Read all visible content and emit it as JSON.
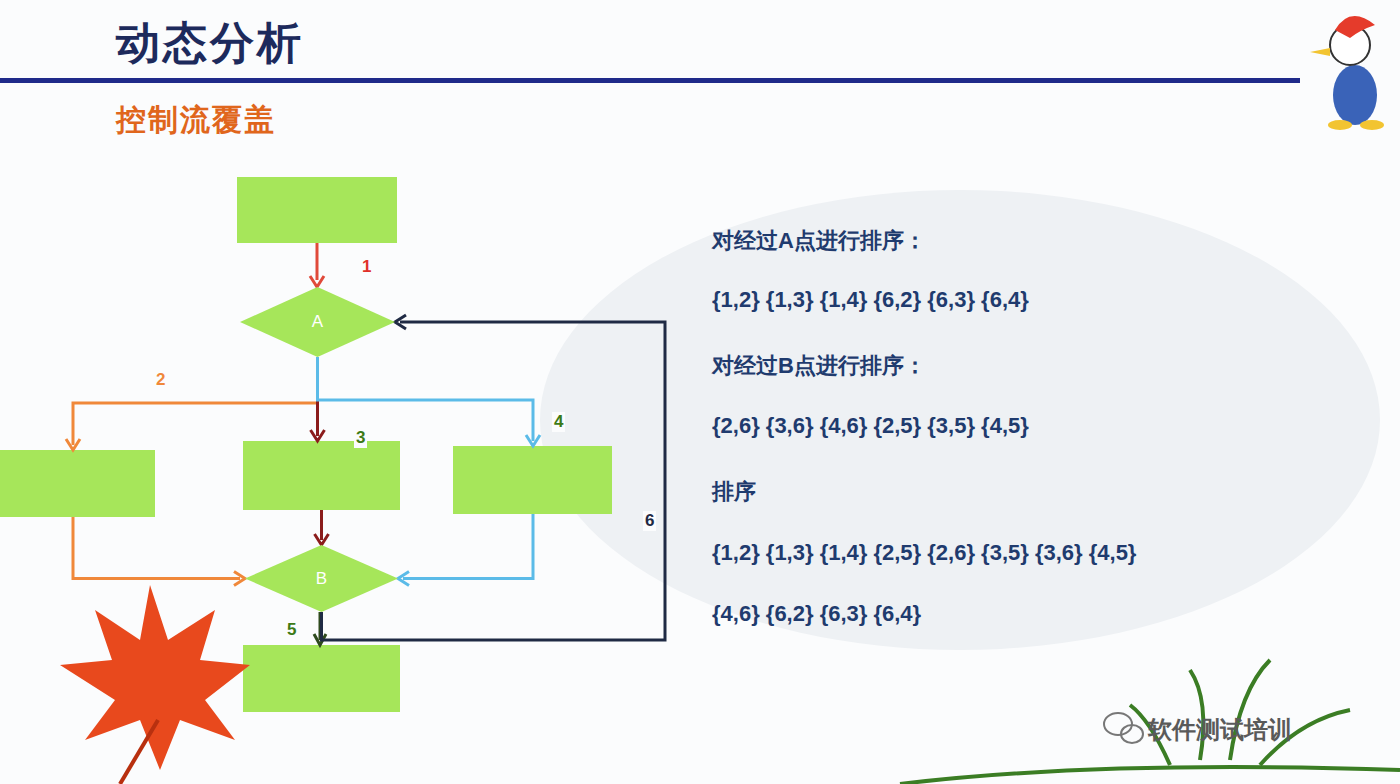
{
  "diagram": {
    "title": "动态分析",
    "nodes": [
      {
        "text": [
          "A"
        ]
      },
      {
        "text": [
          "B"
        ]
      }
    ],
    "edges": [
      {
        "from": 0,
        "to": 1,
        "label": "2",
        "arrow": "to"
      },
      {
        "from": 0,
        "to": 1,
        "label": "3",
        "arrow": "to"
      },
      {
        "from": 0,
        "to": 1,
        "label": "4",
        "arrow": "to"
      },
      {
        "from": 1,
        "to": 0,
        "label": "6",
        "arrow": "to"
      }
    ],
    "labels": [
      "控制流覆盖",
      "1",
      "5",
      "对经过A点进行排序：",
      "{1,2} {1,3} {1,4} {6,2} {6,3} {6,4}",
      "对经过B点进行排序：",
      "{2,6} {3,6} {4,6} {2,5} {3,5} {4,5}",
      "排序",
      "{1,2} {1,3} {1,4} {2,5} {2,6} {3,5} {3,6} {4,5}",
      "{4,6} {6,2} {6,3} {6,4}",
      "软件测试培训"
    ]
  }
}
